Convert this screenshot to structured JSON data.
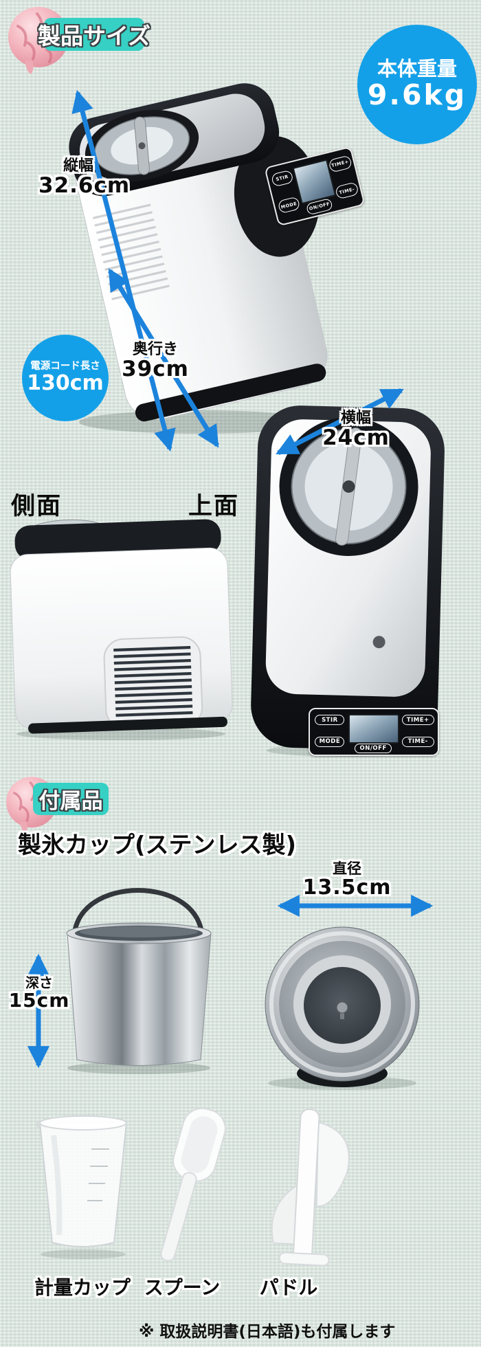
{
  "colors": {
    "background": "#dde7e1",
    "teal_badge": "#36d0c4",
    "blue_badge": "#14a0e8",
    "arrow_blue": "#1c83dc"
  },
  "size_section": {
    "badge_label": "製品サイズ",
    "weight_badge": {
      "title": "本体重量",
      "value": "9.6kg"
    },
    "height_dim": {
      "label": "縦幅",
      "value": "32.6cm"
    },
    "depth_dim": {
      "label": "奥行き",
      "value": "39cm"
    },
    "width_dim": {
      "label": "横幅",
      "value": "24cm"
    },
    "cord_badge": {
      "title": "電源コード長さ",
      "value": "130cm"
    },
    "side_view_label": "側面",
    "top_view_label": "上面"
  },
  "control_panel": {
    "stir": "STIR",
    "mode": "MODE",
    "power": "ON/OFF",
    "time_plus": "TIME+",
    "time_minus": "TIME-"
  },
  "accessories_section": {
    "badge_label": "付属品",
    "title": "製氷カップ(ステンレス製)",
    "depth_dim": {
      "label": "深さ",
      "value": "15cm"
    },
    "diameter_dim": {
      "label": "直径",
      "value": "13.5cm"
    },
    "items": [
      {
        "label": "計量カップ"
      },
      {
        "label": "スプーン"
      },
      {
        "label": "パドル"
      }
    ],
    "note": "※ 取扱説明書(日本語)も付属します"
  }
}
